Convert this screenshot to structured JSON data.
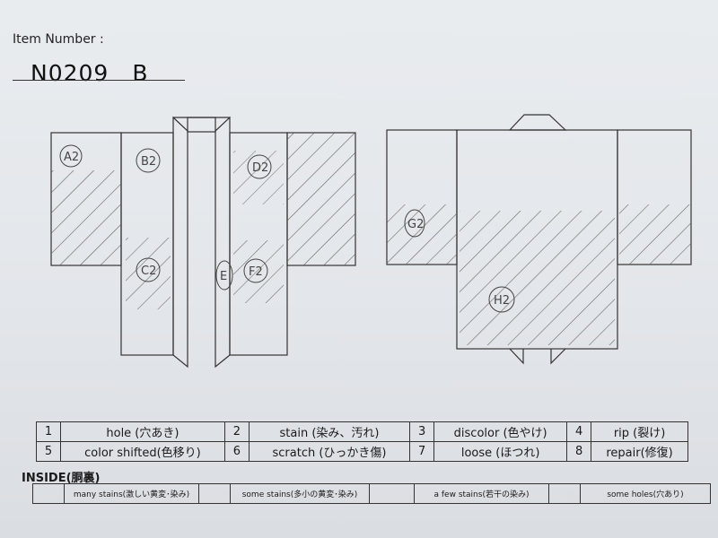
{
  "header": {
    "item_number_label": "Item Number :",
    "item_number_value": "N0209　B"
  },
  "diagram": {
    "front_markers": [
      "A2",
      "B2",
      "C2",
      "D2",
      "E",
      "F2"
    ],
    "back_markers": [
      "G2",
      "H2"
    ]
  },
  "legend": {
    "rows": [
      [
        {
          "num": "1",
          "label": "hole (穴あき)"
        },
        {
          "num": "2",
          "label": "stain (染み、汚れ)"
        },
        {
          "num": "3",
          "label": "discolor (色やけ)"
        },
        {
          "num": "4",
          "label": "rip (裂け)"
        }
      ],
      [
        {
          "num": "5",
          "label": "color shifted(色移り)"
        },
        {
          "num": "6",
          "label": "scratch (ひっかき傷)"
        },
        {
          "num": "7",
          "label": "loose (ほつれ)"
        },
        {
          "num": "8",
          "label": "repair(修復)"
        }
      ]
    ]
  },
  "inside": {
    "title": "INSIDE(胴裏)",
    "items": [
      "many stains(激しい黄変･染み)",
      "some stains(多小の黄変･染み)",
      "a few stains(若干の染み)",
      "some holes(穴あり)"
    ]
  },
  "colors": {
    "ink": "#333333",
    "pencil": "#555555",
    "paper": "#e6e9ec"
  }
}
